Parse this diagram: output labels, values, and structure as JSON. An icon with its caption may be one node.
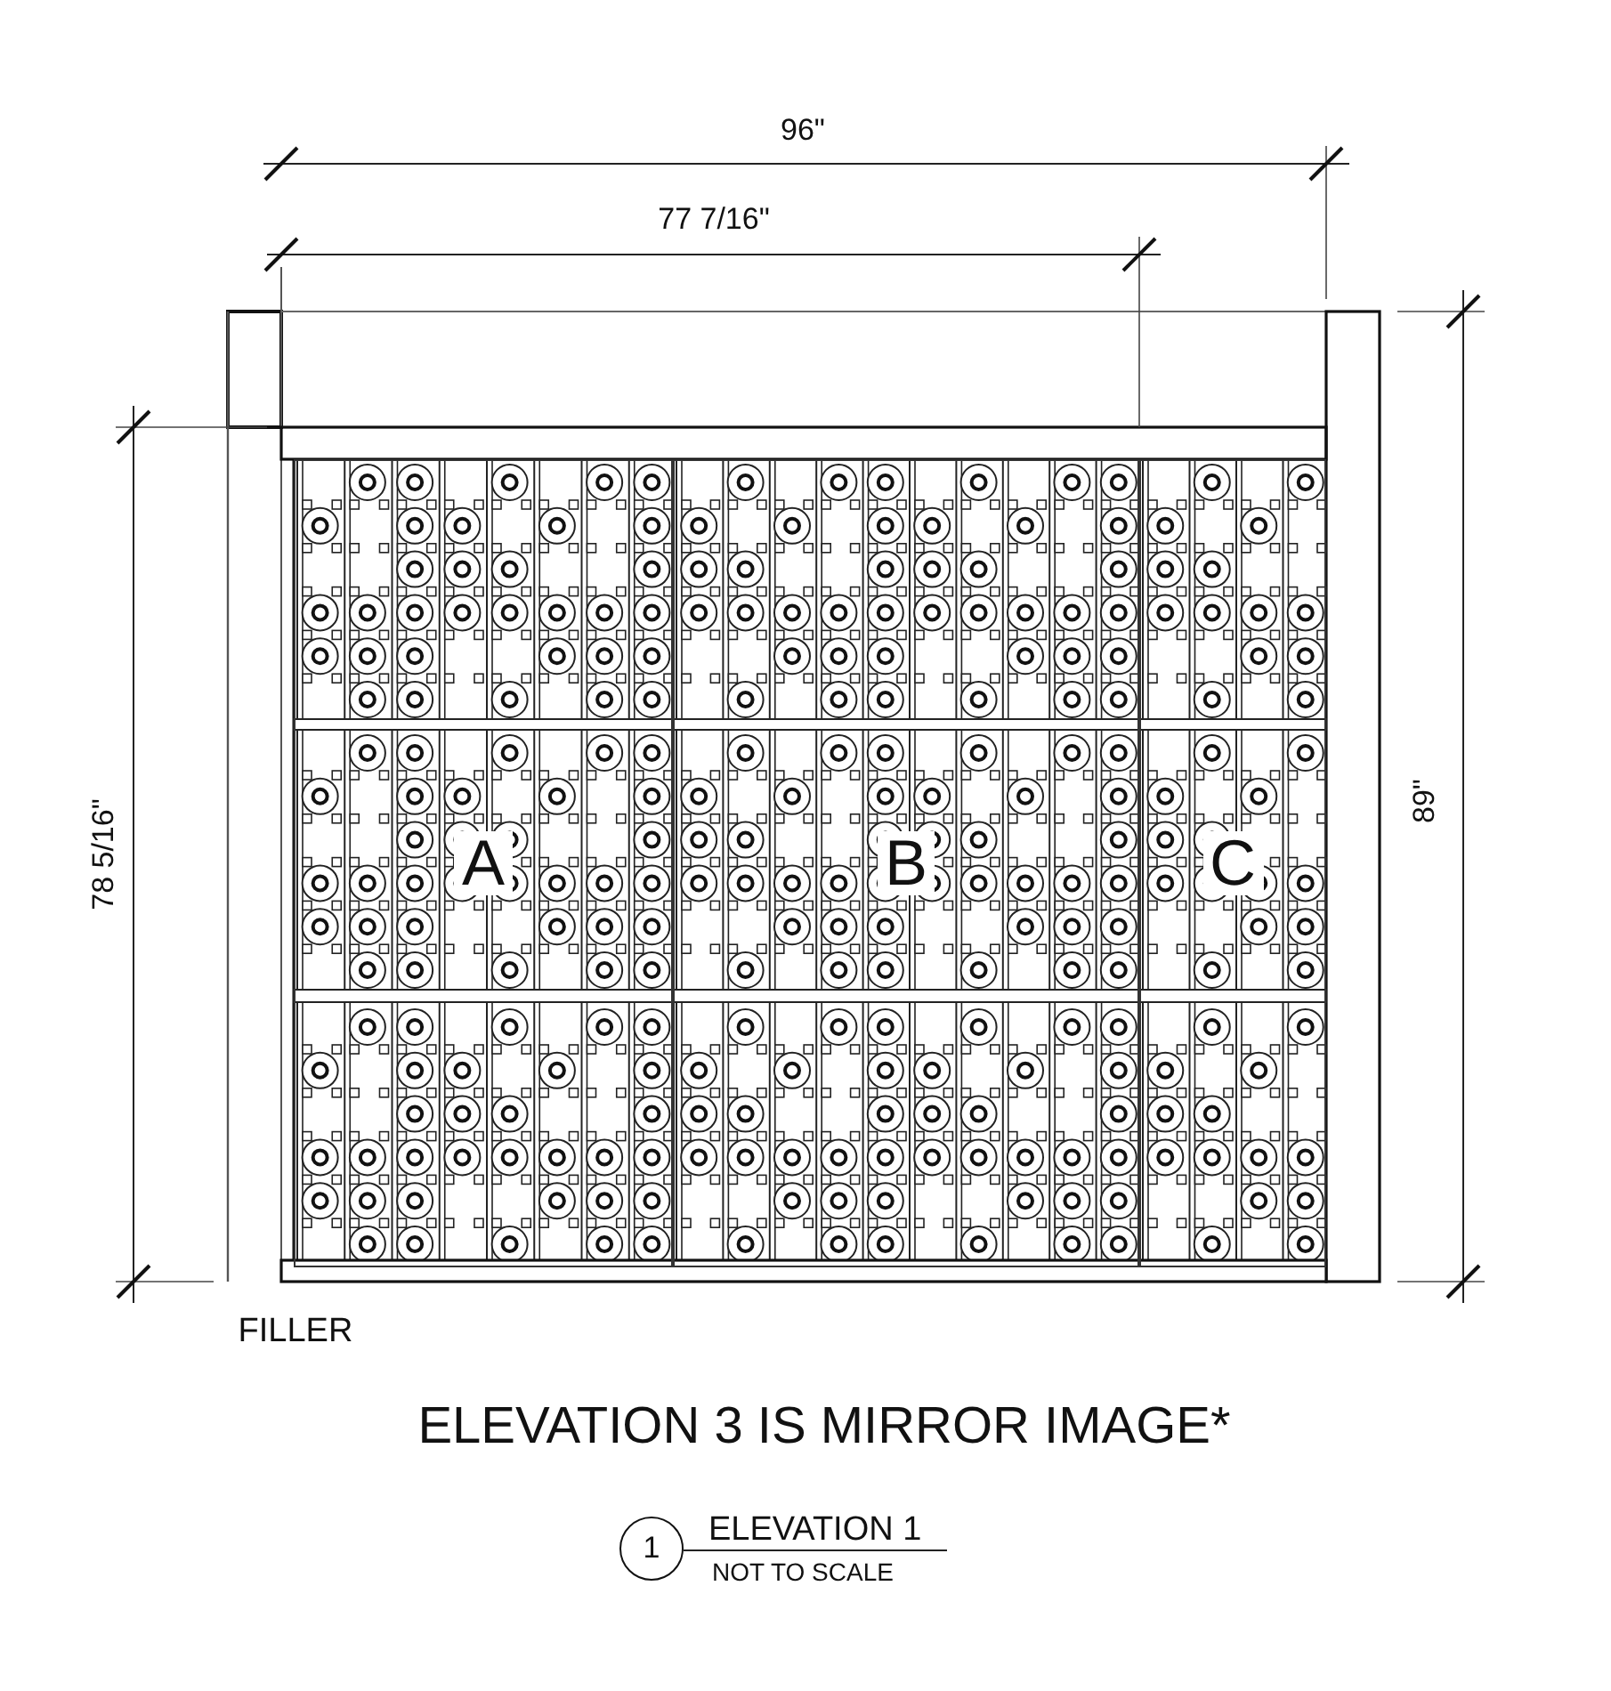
{
  "diagram": {
    "title": "ELEVATION 1",
    "nodes": [
      {
        "text": [
          "A"
        ]
      },
      {
        "text": [
          "B"
        ]
      },
      {
        "text": [
          "C"
        ]
      },
      {
        "text": [
          "1"
        ]
      }
    ],
    "labels": [
      "96\"",
      "77 7/16\"",
      "78 5/16\"",
      "89\"",
      "FILLER",
      "ELEVATION 3 IS MIRROR IMAGE*",
      "NOT TO SCALE"
    ]
  }
}
